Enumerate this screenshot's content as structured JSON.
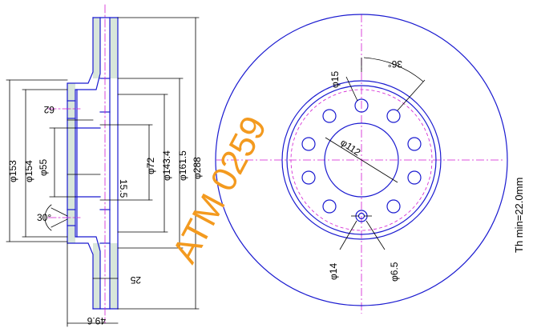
{
  "drawing": {
    "watermark": "ATM 0259",
    "thickness_note": "Th min=22.0mm",
    "section_dimensions": {
      "d153": "φ153",
      "d154": "φ154",
      "d55": "φ55",
      "d72": "φ72",
      "d143_4": "φ143.4",
      "d161_5": "φ161.5",
      "d288": "φ288",
      "width_62": "62",
      "width_15_5": "15.5",
      "width_25": "25",
      "width_49_6": "49.6",
      "angle_30": "30°"
    },
    "face_dimensions": {
      "hole_15": "φ15",
      "angle_36": "36°",
      "pcd_112": "φ112",
      "hole_14": "φ14",
      "hole_6_5": "φ6.5"
    }
  }
}
